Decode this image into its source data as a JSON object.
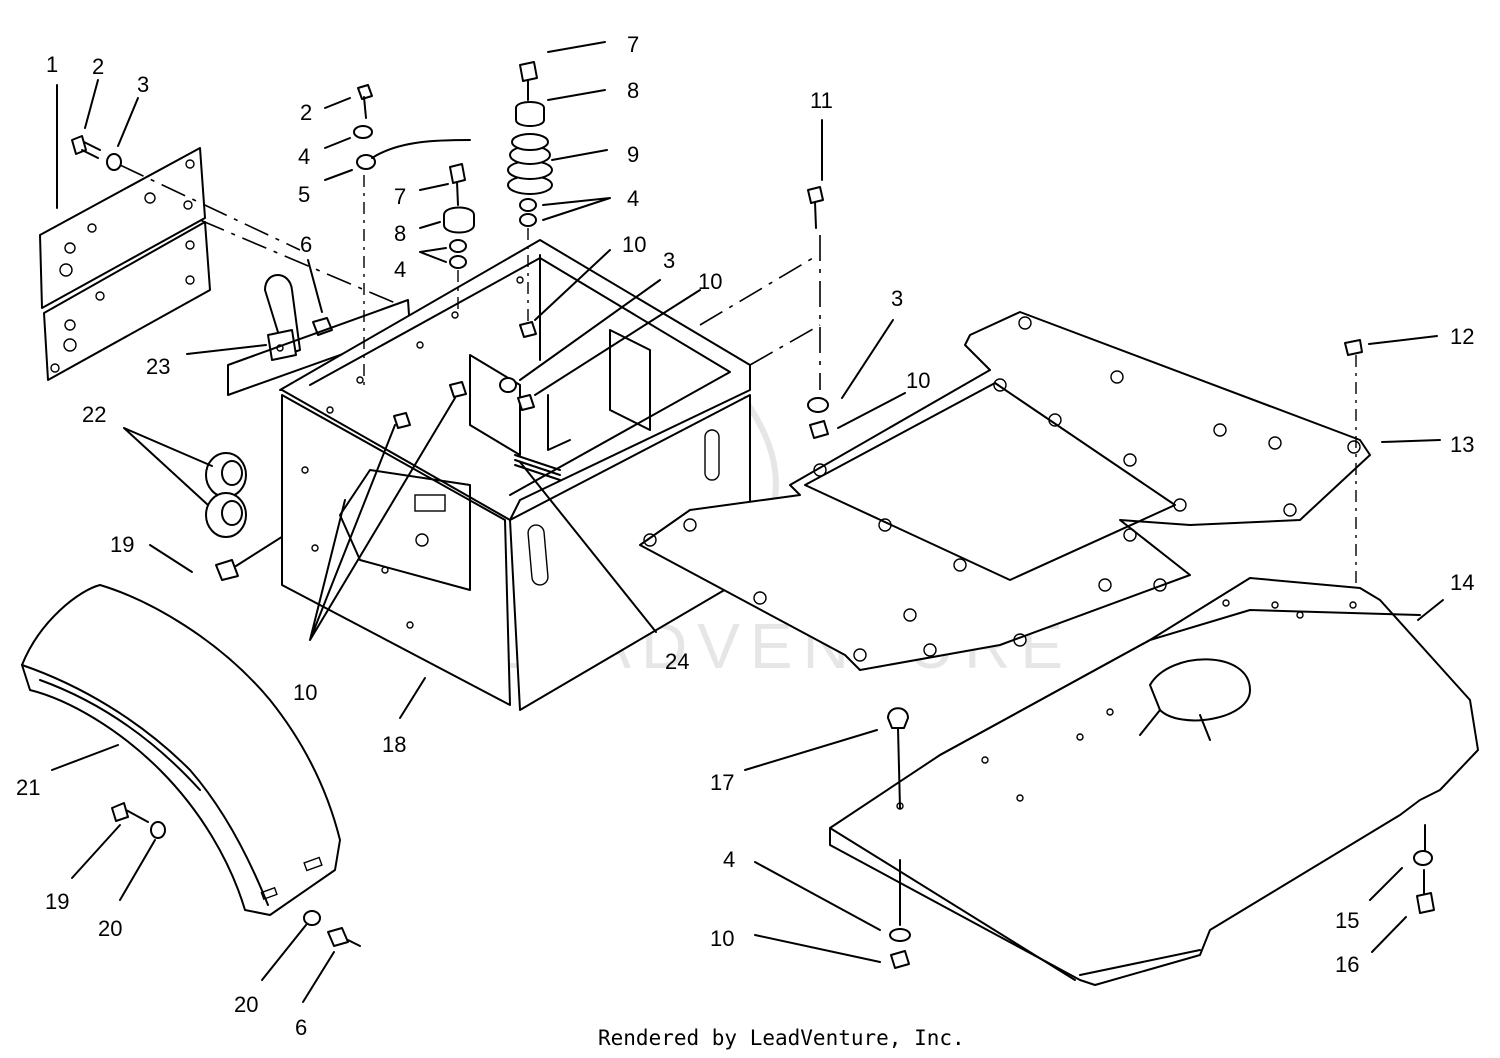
{
  "callouts": [
    {
      "id": "c1",
      "text": "1"
    },
    {
      "id": "c2a",
      "text": "2"
    },
    {
      "id": "c3a",
      "text": "3"
    },
    {
      "id": "c2b",
      "text": "2"
    },
    {
      "id": "c4a",
      "text": "4"
    },
    {
      "id": "c5",
      "text": "5"
    },
    {
      "id": "c7a",
      "text": "7"
    },
    {
      "id": "c8a",
      "text": "8"
    },
    {
      "id": "c4b",
      "text": "4"
    },
    {
      "id": "c6a",
      "text": "6"
    },
    {
      "id": "c23",
      "text": "23"
    },
    {
      "id": "c22",
      "text": "22"
    },
    {
      "id": "c7b",
      "text": "7"
    },
    {
      "id": "c8b",
      "text": "8"
    },
    {
      "id": "c9",
      "text": "9"
    },
    {
      "id": "c4c",
      "text": "4"
    },
    {
      "id": "c10a",
      "text": "10"
    },
    {
      "id": "c3b",
      "text": "3"
    },
    {
      "id": "c10b",
      "text": "10"
    },
    {
      "id": "c11",
      "text": "11"
    },
    {
      "id": "c3c",
      "text": "3"
    },
    {
      "id": "c10c",
      "text": "10"
    },
    {
      "id": "c12",
      "text": "12"
    },
    {
      "id": "c13",
      "text": "13"
    },
    {
      "id": "c14",
      "text": "14"
    },
    {
      "id": "c19a",
      "text": "19"
    },
    {
      "id": "c10d",
      "text": "10"
    },
    {
      "id": "c18",
      "text": "18"
    },
    {
      "id": "c24",
      "text": "24"
    },
    {
      "id": "c21",
      "text": "21"
    },
    {
      "id": "c19b",
      "text": "19"
    },
    {
      "id": "c20a",
      "text": "20"
    },
    {
      "id": "c20b",
      "text": "20"
    },
    {
      "id": "c6b",
      "text": "6"
    },
    {
      "id": "c17",
      "text": "17"
    },
    {
      "id": "c4d",
      "text": "4"
    },
    {
      "id": "c10e",
      "text": "10"
    },
    {
      "id": "c15",
      "text": "15"
    },
    {
      "id": "c16",
      "text": "16"
    }
  ],
  "footer": "Rendered by LeadVenture, Inc.",
  "watermark": "LEADVENTURE",
  "colors": {
    "line": "#000000",
    "background": "#ffffff",
    "watermark": "#e6e6e6"
  }
}
